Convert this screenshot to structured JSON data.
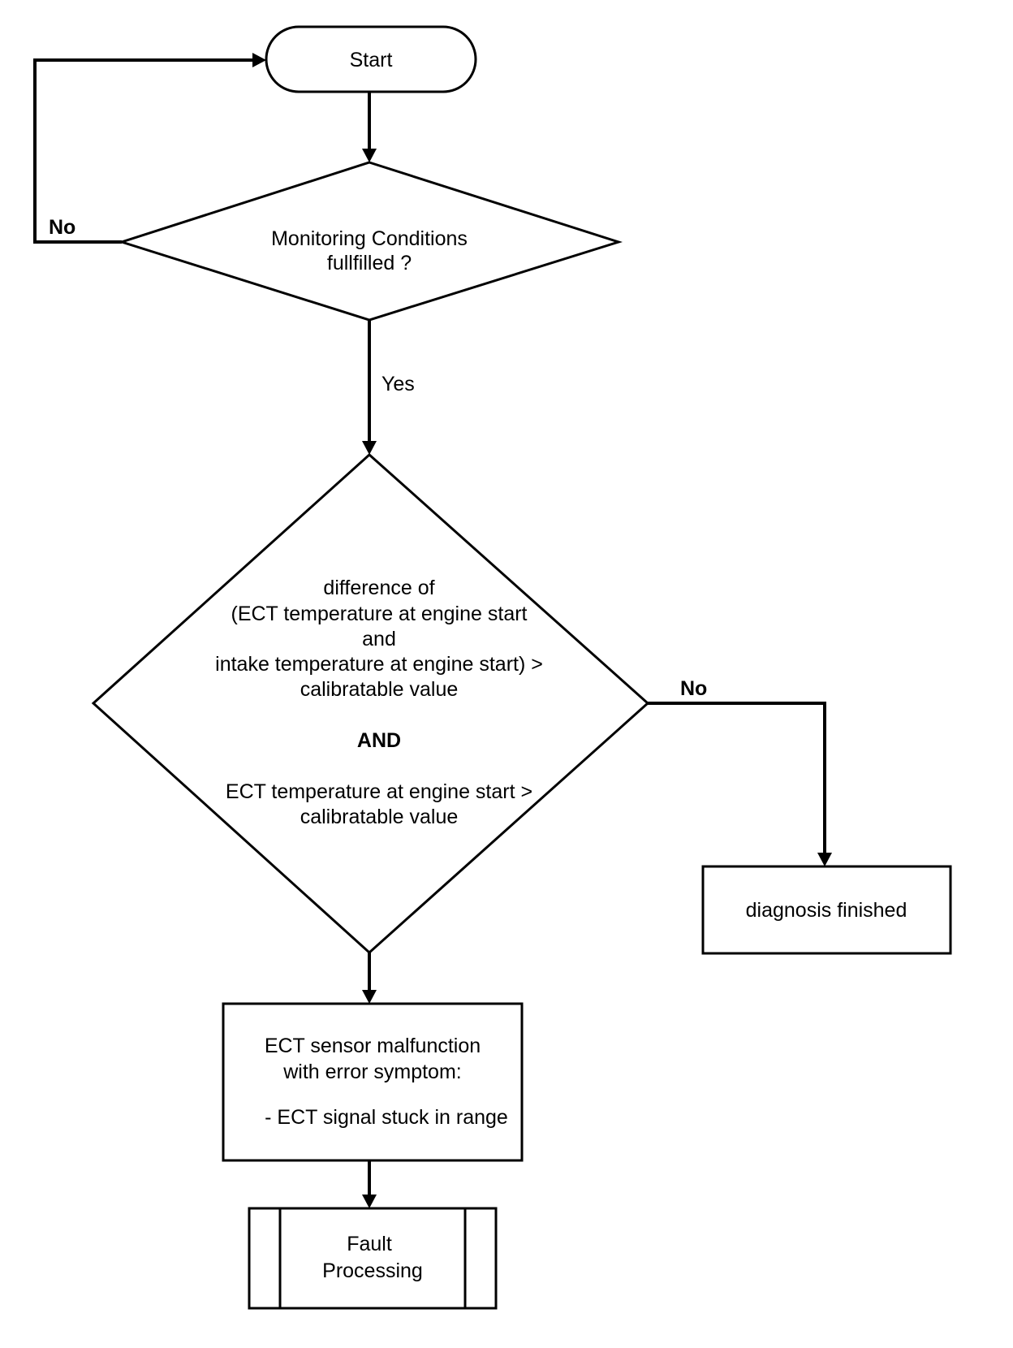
{
  "nodes": {
    "start": {
      "text": "Start"
    },
    "monitoring": {
      "lines": [
        "Monitoring  Conditions",
        "fullfilled ?"
      ]
    },
    "temperature_check": {
      "lines": [
        "difference of",
        "(ECT temperature at engine start",
        "and",
        "intake temperature at engine start) >",
        "calibratable value",
        "AND",
        "ECT temperature at engine start >",
        "calibratable value"
      ]
    },
    "diagnosis_finished": {
      "text": "diagnosis finished"
    },
    "malfunction": {
      "lines": [
        "ECT sensor malfunction",
        "with error symptom:",
        "- ECT signal stuck in range"
      ]
    },
    "fault_processing": {
      "lines": [
        "Fault",
        "Processing"
      ]
    }
  },
  "edges": {
    "monitoring_no": "No",
    "monitoring_yes": "Yes",
    "temperature_no": "No"
  }
}
